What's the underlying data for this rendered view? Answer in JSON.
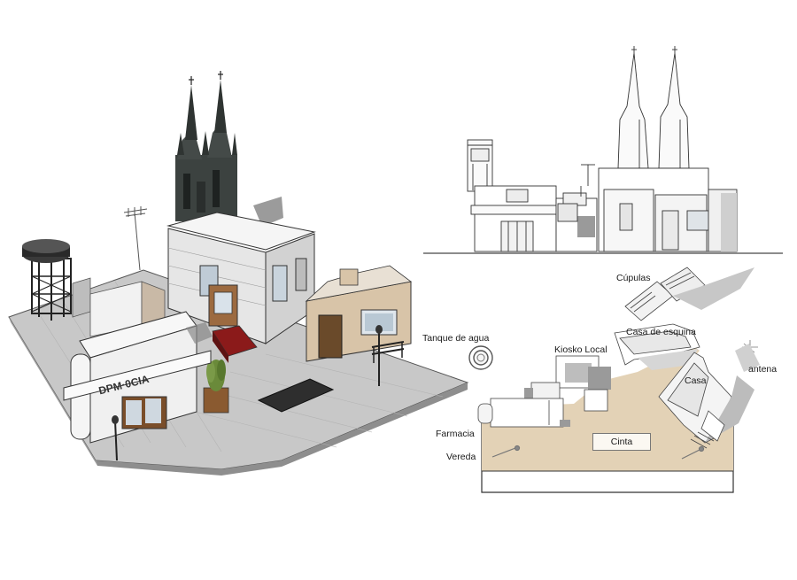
{
  "labels": {
    "cupulas": "Cúpulas",
    "tanque_de_agua": "Tanque de agua",
    "kiosko_local": "Kiosko Local",
    "casa_de_esquina": "Casa de esquina",
    "antena": "antena",
    "casa": "Casa",
    "farmacia": "Farmacia",
    "cinta": "Cinta",
    "vereda": "Vereda"
  },
  "sign_text": "DPM·0CIA",
  "colors": {
    "sidewalk": "#e3d2b6",
    "ground": "#c4c4c4",
    "tower": "#3c4240",
    "house_wall": "#d8c4a8",
    "awning": "#8b1a1a",
    "door": "#6a4a2a"
  }
}
